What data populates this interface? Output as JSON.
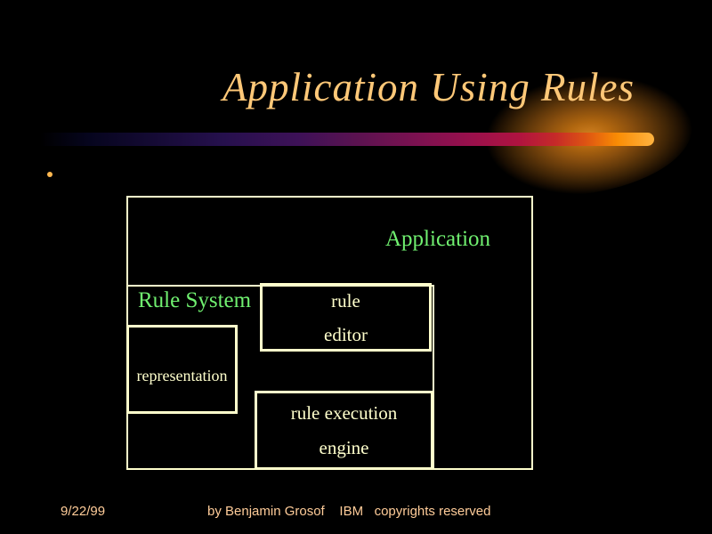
{
  "title": {
    "text": "Application Using Rules"
  },
  "diagram": {
    "application_label": "Application",
    "rule_system_label": "Rule System",
    "rule_editor": {
      "line1": "rule",
      "line2": "editor"
    },
    "representation_label": "representation",
    "rule_execution": {
      "line1": "rule execution",
      "line2": "engine"
    }
  },
  "footer": {
    "date": "9/22/99",
    "credit": "by Benjamin Grosof    IBM   copyrights reserved"
  },
  "colors": {
    "background": "#000000",
    "title_gold": "#ffc878",
    "green_label": "#70f070",
    "cream_border_text": "#ffffcc",
    "footer_peach": "#ffcc99",
    "bullet_orange": "#ffb850",
    "bar_gradient_left": "#000000",
    "bar_gradient_mid": "#98104c",
    "bar_gradient_right": "#ffb340",
    "glow_core": "#d08020"
  }
}
